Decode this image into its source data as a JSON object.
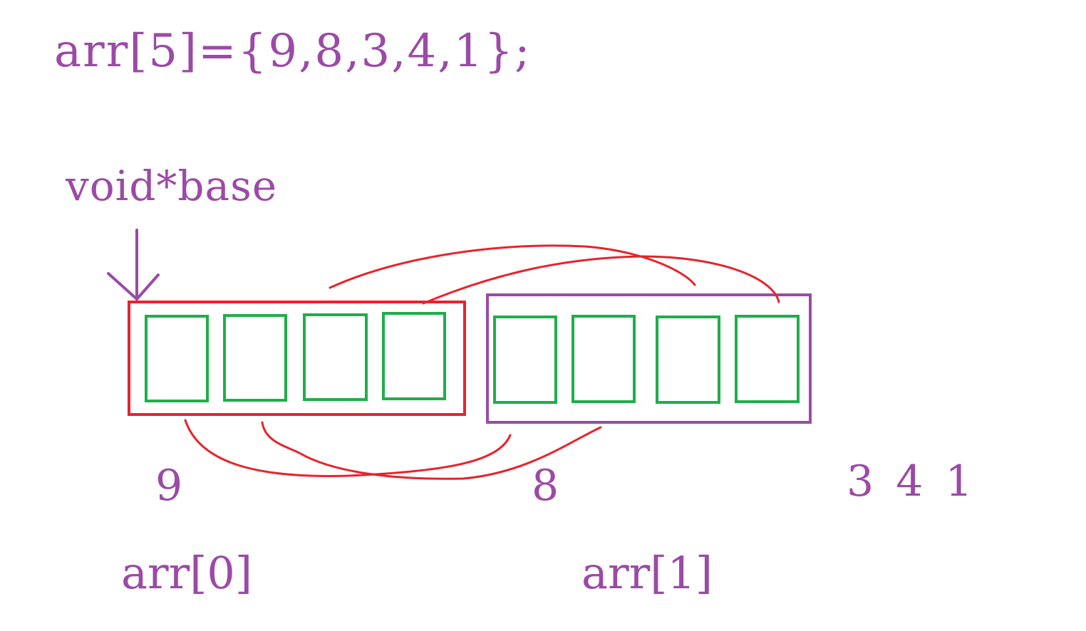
{
  "colors": {
    "text": "#9b4aa6",
    "element_box": "#e8232c",
    "second_box": "#9b4aa6",
    "byte_cell": "#1fae4a",
    "swap_curve": "#e8232c",
    "pointer_arrow": "#9b4aa6"
  },
  "declaration": "arr[5]={9,8,3,4,1};",
  "pointer_label": "void*base",
  "values": {
    "first": "9",
    "second": "8",
    "rest": "3 4 1"
  },
  "element_labels": {
    "first": "arr[0]",
    "second": "arr[1]"
  },
  "icons": {
    "pointer": "down-arrow-icon"
  }
}
